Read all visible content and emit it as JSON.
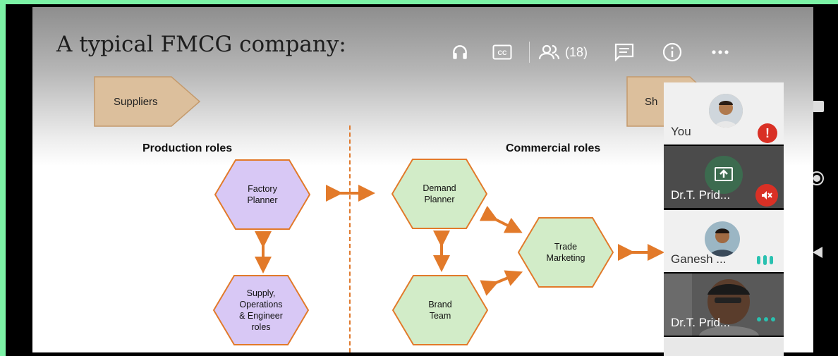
{
  "slide": {
    "title": "A typical FMCG company:",
    "supplier_label": "Suppliers",
    "shipper_label_partial": "Sh",
    "production_heading": "Production roles",
    "commercial_heading": "Commercial roles",
    "roles": {
      "factory_planner": [
        "Factory",
        "Planner"
      ],
      "supply_ops": [
        "Supply,",
        "Operations",
        "& Engineer",
        "roles"
      ],
      "demand_planner": [
        "Demand",
        "Planner"
      ],
      "brand_team": [
        "Brand",
        "Team"
      ],
      "trade_marketing": [
        "Trade",
        "Marketing"
      ]
    }
  },
  "toolbar": {
    "audio_icon": "headphones-icon",
    "captions_icon": "closed-captions-icon",
    "people_icon": "people-icon",
    "people_count": "(18)",
    "chat_icon": "chat-icon",
    "info_icon": "info-icon",
    "more_icon": "more-options-icon"
  },
  "participants": [
    {
      "name": "You",
      "status": "alert",
      "bg": "#f0f0f0"
    },
    {
      "name": "Dr.T. Prid...",
      "status": "muted",
      "bg": "#4b4b4b"
    },
    {
      "name": "Ganesh ...",
      "status": "speaking",
      "bg": "#f0f0f0"
    },
    {
      "name": "Dr.T. Prid...",
      "status": "more",
      "bg": "#5a5a5a"
    }
  ],
  "colors": {
    "accent_arrow": "#e27a2a",
    "hex_purple": "#d8c8f5",
    "hex_green": "#d2ecc8",
    "pentagon_fill": "#dcbf9c",
    "alert_red": "#d93025",
    "speaking_teal": "#29c1b0"
  }
}
